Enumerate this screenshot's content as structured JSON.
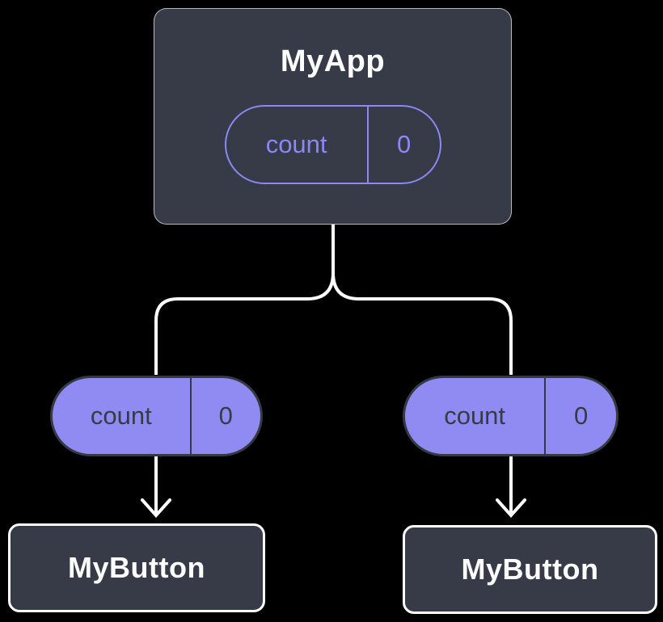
{
  "colors": {
    "canvas_bg": "#000000",
    "node_fill": "#363B47",
    "node_border": "#FFFFFF",
    "accent_purple": "#8F8BF3",
    "pill_outline_purple": "#8B87F3",
    "pill_border_dark": "#343944",
    "pill_text_dark": "#363B47",
    "connector_white": "#FFFFFF"
  },
  "root_node": {
    "title": "MyApp",
    "state_pill": {
      "label": "count",
      "value": "0"
    }
  },
  "children": [
    {
      "title": "MyButton",
      "prop_pill": {
        "label": "count",
        "value": "0"
      }
    },
    {
      "title": "MyButton",
      "prop_pill": {
        "label": "count",
        "value": "0"
      }
    }
  ]
}
